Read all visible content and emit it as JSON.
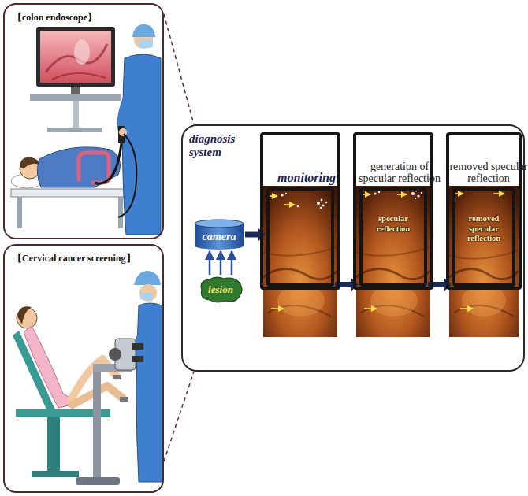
{
  "diagram": {
    "nodes": [
      {
        "text": [
          "【colon endoscope】"
        ]
      },
      {
        "text": [
          "【Cervical cancer screening】"
        ]
      },
      {
        "text": [
          "diagnosis system"
        ]
      },
      {
        "text": [
          "camera"
        ],
        "in": 2
      },
      {
        "text": [
          "lesion"
        ],
        "in": 2
      },
      {
        "text": [
          "monitoring"
        ],
        "in": 2
      },
      {
        "text": [
          "generation of specular reflection",
          "specular reflection"
        ],
        "in": 2
      },
      {
        "text": [
          "removed specular reflection",
          "removed specular reflection"
        ],
        "in": 2
      }
    ],
    "edges": [
      {
        "from": 0,
        "to": 2,
        "arrow": "none"
      },
      {
        "from": 1,
        "to": 2,
        "arrow": "none"
      },
      {
        "from": 4,
        "to": 3,
        "arrow": "to"
      },
      {
        "from": 3,
        "to": 5,
        "arrow": "to"
      },
      {
        "from": 5,
        "to": 6,
        "arrow": "to"
      },
      {
        "from": 6,
        "to": 7,
        "arrow": "to"
      }
    ]
  }
}
